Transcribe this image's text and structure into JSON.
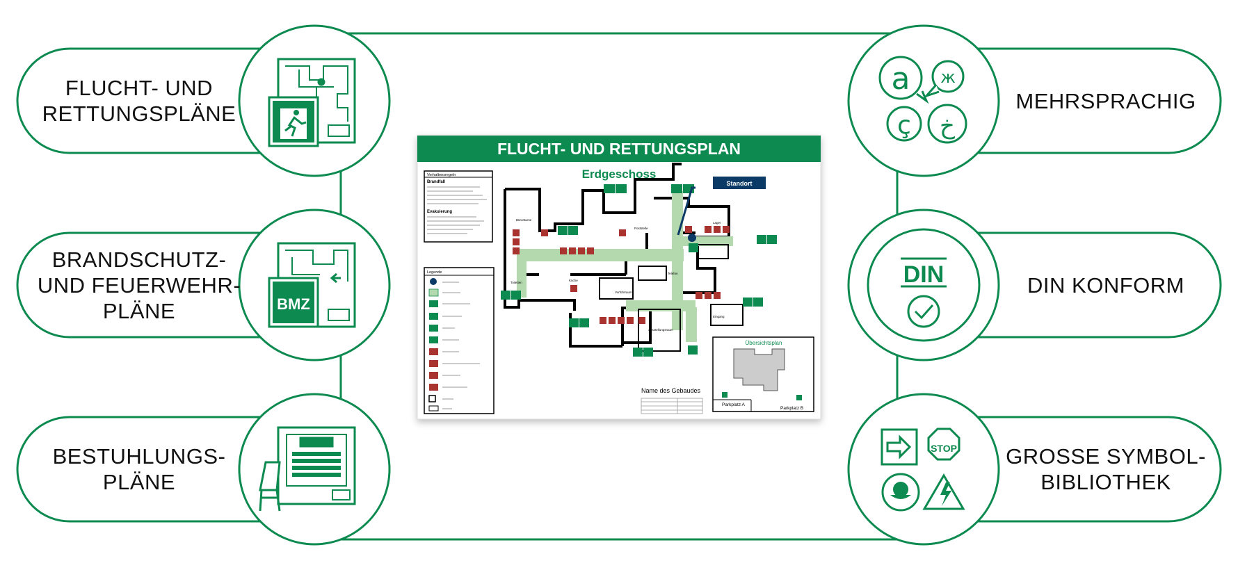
{
  "colors": {
    "brand_green": "#0c8a4f",
    "route_green": "#b5d9ae",
    "standort_blue": "#0b3a66"
  },
  "features_left": [
    {
      "lines": [
        "FLUCHT- UND",
        "RETTUNGSPLÄNE"
      ],
      "icon": "escape-plan-icon"
    },
    {
      "lines": [
        "BRANDSCHUTZ-",
        "UND FEUERWEHR-",
        "PLÄNE"
      ],
      "icon": "bmz-plan-icon"
    },
    {
      "lines": [
        "BESTUHLUNGS-",
        "PLÄNE"
      ],
      "icon": "seating-plan-icon"
    }
  ],
  "features_right": [
    {
      "lines": [
        "MEHRSPRACHIG"
      ],
      "icon": "multilingual-icon"
    },
    {
      "lines": [
        "DIN KONFORM"
      ],
      "icon": "din-check-icon"
    },
    {
      "lines": [
        "GROSSE SYMBOL-",
        "BIBLIOTHEK"
      ],
      "icon": "symbol-library-icon"
    }
  ],
  "icon_text": {
    "bmz": "BMZ",
    "din": "DIN",
    "stop": "STOP",
    "lang_a": "a",
    "lang_zh": "ж",
    "lang_c": "ç",
    "lang_ar": "خ"
  },
  "plan": {
    "title": "FLUCHT- UND RETTUNGSPLAN",
    "floor": "Erdgeschoss",
    "standort": "Standort",
    "verhaltensregeln_title": "Verhaltensregeln",
    "brandfall_title": "Brandfall",
    "evakuierung_title": "Evakuierung",
    "legende_title": "Legende",
    "uebersicht_title": "Übersichtsplan",
    "parkplatz_a": "Parkplatz A",
    "parkplatz_b": "Parkplatz B",
    "name_des_gebaeudes": "Name des Gebaudes",
    "rooms": [
      "Büroräume",
      "Toiletten",
      "Küche",
      "Poststelle",
      "Vorführraum",
      "Ausstellungsraum",
      "Telefon",
      "Lager",
      "Eingang"
    ]
  }
}
